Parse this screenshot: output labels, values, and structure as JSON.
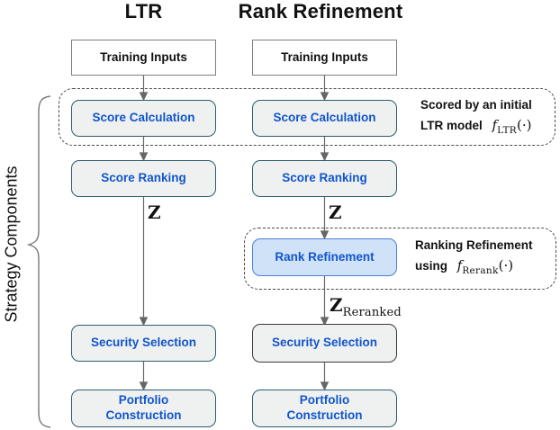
{
  "titles": {
    "left": "LTR",
    "right": "Rank Refinement"
  },
  "side_label": "Strategy Components",
  "columns": {
    "left": {
      "training": "Training Inputs",
      "score_calculation": "Score Calculation",
      "score_ranking": "Score Ranking",
      "z_label": "Z",
      "security_selection": "Security Selection",
      "portfolio_construction": "Portfolio Construction"
    },
    "right": {
      "training": "Training Inputs",
      "score_calculation": "Score Calculation",
      "score_ranking": "Score Ranking",
      "z_label": "Z",
      "rank_refinement": "Rank Refinement",
      "z_reranked": {
        "base": "Z",
        "sub": "Reranked"
      },
      "security_selection": "Security Selection",
      "portfolio_construction": "Portfolio Construction"
    }
  },
  "annotations": {
    "scored": {
      "line1": "Scored by an initial",
      "line2_prefix": "LTR model",
      "math": {
        "f": "f",
        "sub": "LTR",
        "args": "(·)"
      }
    },
    "rerank": {
      "line1": "Ranking Refinement",
      "line2_prefix": "using",
      "math": {
        "f": "f",
        "sub": "Rerank",
        "args": "(·)"
      }
    }
  },
  "colors": {
    "box_label_blue": "#1155cc",
    "component_fill": "#eff1f1",
    "component_border": "#2b5d6d",
    "highlight_fill": "#cfe2f8",
    "highlight_border": "#4a80d8",
    "arrow_grey": "#666666",
    "dashed_border": "#4a4a4a"
  }
}
